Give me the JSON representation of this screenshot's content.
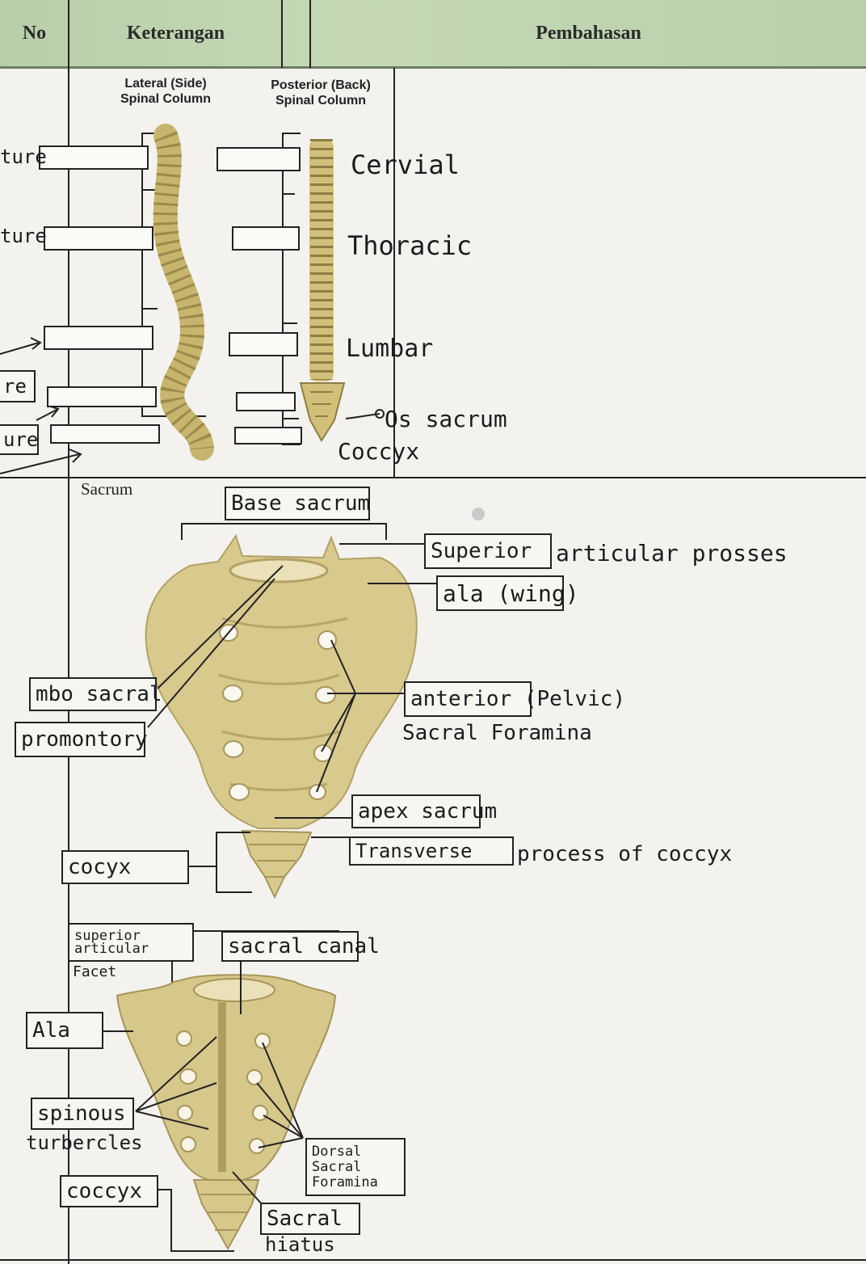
{
  "header": {
    "no": "No",
    "keterangan": "Keterangan",
    "pembahasan": "Pembahasan"
  },
  "spine": {
    "lateral_title_1": "Lateral (Side)",
    "lateral_title_2": "Spinal Column",
    "posterior_title_1": "Posterior (Back)",
    "posterior_title_2": "Spinal Column",
    "left_cut_labels": [
      "ture",
      "ture",
      "re",
      "ure"
    ],
    "regions": [
      "Cervial",
      "Thoracic",
      "Lumbar",
      "Os sacrum",
      "Coccyx"
    ]
  },
  "sacrum_anterior": {
    "section_title": "Sacrum",
    "base": "Base sacrum",
    "superior_1": "Superior",
    "superior_2": "articular prosses",
    "ala": "ala (wing)",
    "lumbo": "mbo sacral",
    "promontory": "promontory",
    "foramina_1": "anterior (Pelvic)",
    "foramina_2": "Sacral Foramina",
    "apex": "apex sacrum",
    "transverse_1": "Transverse",
    "transverse_2": "process of coccyx",
    "coccyx": "cocyx"
  },
  "sacrum_posterior": {
    "superior_facet_1": "superior",
    "superior_facet_2": "articular",
    "superior_facet_3": "Facet",
    "canal": "sacral canal",
    "ala": "Ala",
    "spinous_1": "spinous",
    "spinous_2": "turbercles",
    "dorsal_1": "Dorsal",
    "dorsal_2": "Sacral",
    "dorsal_3": "Foramina",
    "coccyx": "coccyx",
    "hiatus_1": "Sacral",
    "hiatus_2": "hiatus"
  },
  "colors": {
    "bone": "#d7c78a",
    "bone_dark": "#a99658",
    "header_green": "#c4d8b6",
    "ink": "#1c1c1c"
  }
}
